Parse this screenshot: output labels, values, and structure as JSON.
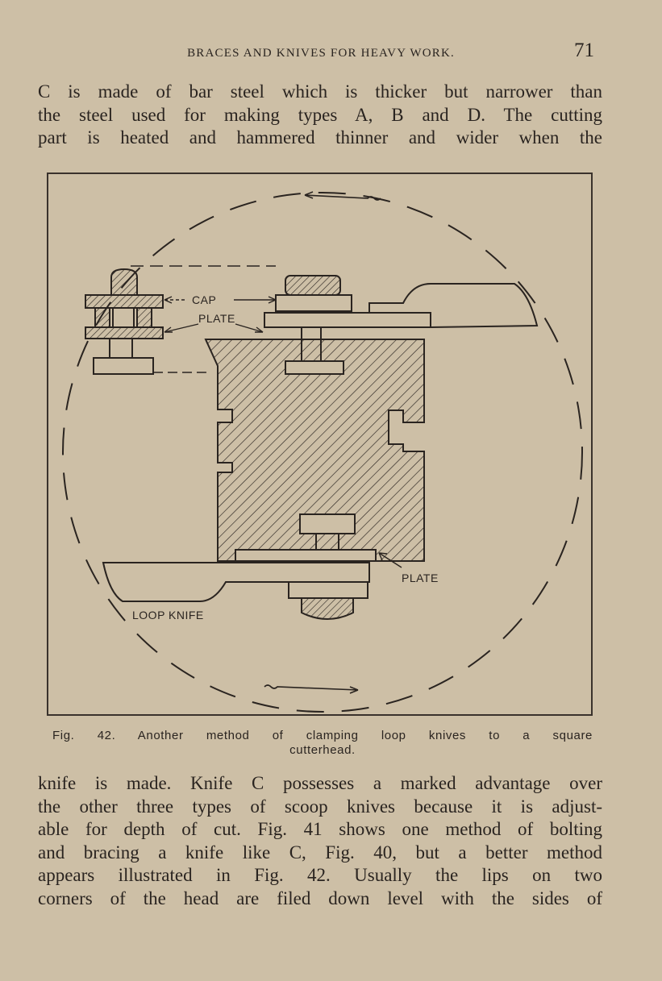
{
  "header": {
    "running_head": "BRACES AND KNIVES FOR HEAVY WORK.",
    "page_number": "71"
  },
  "paragraph_top": [
    "C is made of bar steel which is thicker but narrower than",
    "the steel used for making types A, B and D.  The cutting",
    "part is heated and hammered thinner and wider when the"
  ],
  "figure": {
    "labels": {
      "cap": "CAP",
      "plate_top": "PLATE",
      "plate_bottom": "PLATE",
      "loop_knife": "LOOP KNIFE"
    },
    "caption_line1": "Fig. 42.  Another method of clamping loop knives to a square",
    "caption_line2": "cutterhead."
  },
  "paragraph_bottom": [
    "knife is made. Knife C possesses a marked advantage over",
    "the other three types of scoop knives because it is adjust-",
    "able for depth of cut. Fig. 41 shows one method of bolting",
    "and bracing a knife like C, Fig. 40, but a better method",
    "appears illustrated in Fig. 42. Usually the lips on two",
    "corners of the head are filed down level with the sides of"
  ],
  "colors": {
    "paper": "#cdbfa6",
    "ink": "#2a2420"
  }
}
